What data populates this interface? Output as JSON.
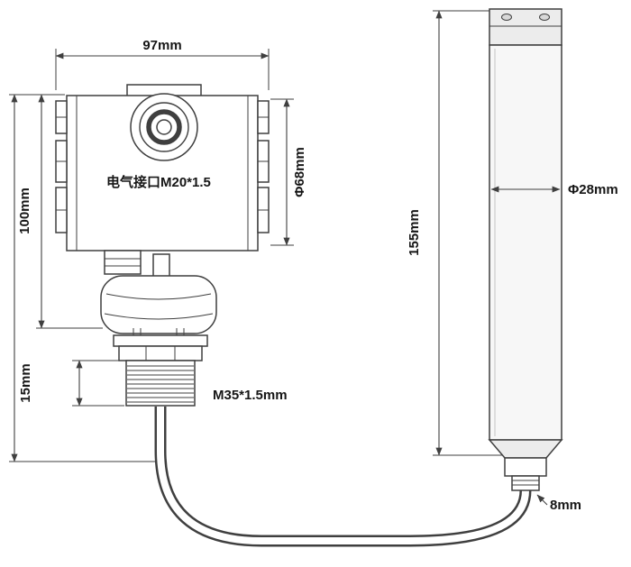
{
  "dimensions": {
    "housing_width": "97mm",
    "housing_height": "100mm",
    "housing_diameter": "Φ68mm",
    "electrical_interface": "电气接口M20*1.5",
    "thread_height": "15mm",
    "mount_thread": "M35*1.5mm",
    "probe_length": "155mm",
    "probe_diameter": "Φ28mm",
    "cable_diameter": "8mm"
  },
  "colors": {
    "line": "#3f3f3f",
    "text": "#161616",
    "background": "#ffffff"
  }
}
